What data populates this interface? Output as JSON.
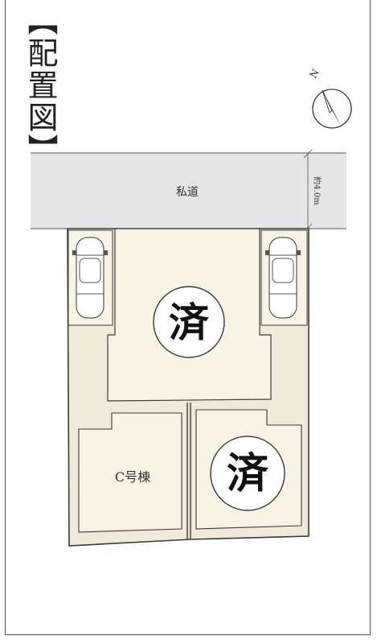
{
  "title": {
    "open": "【",
    "text": "配置図",
    "close": "】"
  },
  "compass": {
    "label": "N",
    "icon": "north-arrow-icon"
  },
  "road": {
    "label": "私道",
    "width_label": "約4.0m",
    "color": "#e6e6e6"
  },
  "lots": [
    {
      "id": "lot-top",
      "badge": "済"
    },
    {
      "id": "lot-c",
      "label": "C号棟"
    },
    {
      "id": "lot-right",
      "badge": "済"
    }
  ],
  "colors": {
    "lot_fill": "#efebd8",
    "inner_fill": "#f7f4e6",
    "outline": "#3a3a3a"
  }
}
